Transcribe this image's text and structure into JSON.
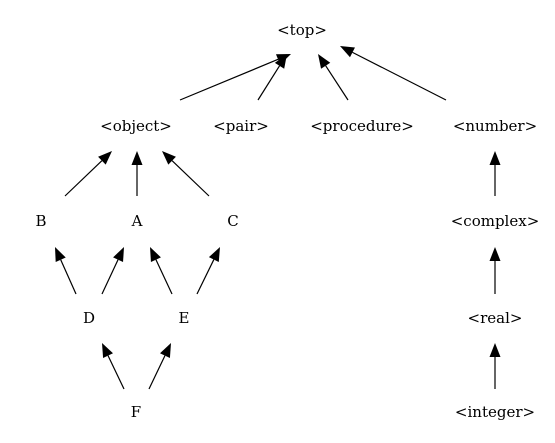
{
  "diagram": {
    "nodes": [
      {
        "id": "top",
        "label": "<top>"
      },
      {
        "id": "object",
        "label": "<object>"
      },
      {
        "id": "pair",
        "label": "<pair>"
      },
      {
        "id": "procedure",
        "label": "<procedure>"
      },
      {
        "id": "number",
        "label": "<number>"
      },
      {
        "id": "B",
        "label": "B"
      },
      {
        "id": "A",
        "label": "A"
      },
      {
        "id": "C",
        "label": "C"
      },
      {
        "id": "complex",
        "label": "<complex>"
      },
      {
        "id": "D",
        "label": "D"
      },
      {
        "id": "E",
        "label": "E"
      },
      {
        "id": "real",
        "label": "<real>"
      },
      {
        "id": "F",
        "label": "F"
      },
      {
        "id": "integer",
        "label": "<integer>"
      }
    ],
    "edges": [
      {
        "from": "object",
        "to": "top"
      },
      {
        "from": "pair",
        "to": "top"
      },
      {
        "from": "procedure",
        "to": "top"
      },
      {
        "from": "number",
        "to": "top"
      },
      {
        "from": "B",
        "to": "object"
      },
      {
        "from": "A",
        "to": "object"
      },
      {
        "from": "C",
        "to": "object"
      },
      {
        "from": "complex",
        "to": "number"
      },
      {
        "from": "D",
        "to": "B"
      },
      {
        "from": "D",
        "to": "A"
      },
      {
        "from": "E",
        "to": "A"
      },
      {
        "from": "E",
        "to": "C"
      },
      {
        "from": "real",
        "to": "complex"
      },
      {
        "from": "F",
        "to": "D"
      },
      {
        "from": "F",
        "to": "E"
      },
      {
        "from": "integer",
        "to": "real"
      }
    ],
    "colors": {
      "ink": "#000000",
      "background": "#ffffff"
    }
  }
}
